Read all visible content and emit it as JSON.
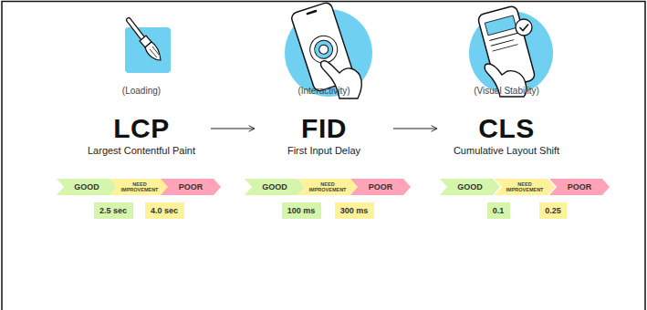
{
  "diagram": {
    "nodes": [
      {
        "text": [
          "LCP",
          "Largest Contentful Paint"
        ]
      },
      {
        "text": [
          "GOOD"
        ]
      },
      {
        "text": [
          "NEED IMPROVEMENT"
        ]
      },
      {
        "text": [
          "POOR"
        ]
      },
      {
        "text": [
          "2.5 sec"
        ]
      },
      {
        "text": [
          "4.0 sec"
        ]
      },
      {
        "text": [
          "FID",
          "First Input Delay"
        ]
      },
      {
        "text": [
          "GOOD"
        ]
      },
      {
        "text": [
          "NEED IMPROVEMENT"
        ]
      },
      {
        "text": [
          "POOR"
        ]
      },
      {
        "text": [
          "100 ms"
        ]
      },
      {
        "text": [
          "300 ms"
        ]
      },
      {
        "text": [
          "CLS",
          "Cumulative Layout Shift"
        ]
      },
      {
        "text": [
          "GOOD"
        ]
      },
      {
        "text": [
          "NEED IMPROVEMENT"
        ]
      },
      {
        "text": [
          "POOR"
        ]
      },
      {
        "text": [
          "0.1"
        ]
      },
      {
        "text": [
          "0.25"
        ]
      }
    ],
    "edges": [
      {
        "from": 0,
        "to": 6,
        "arrow": "to"
      },
      {
        "from": 6,
        "to": 12,
        "arrow": "to"
      }
    ],
    "labels": [
      "(Loading)",
      "(Interactivity)",
      "(Visual Stability)"
    ]
  }
}
